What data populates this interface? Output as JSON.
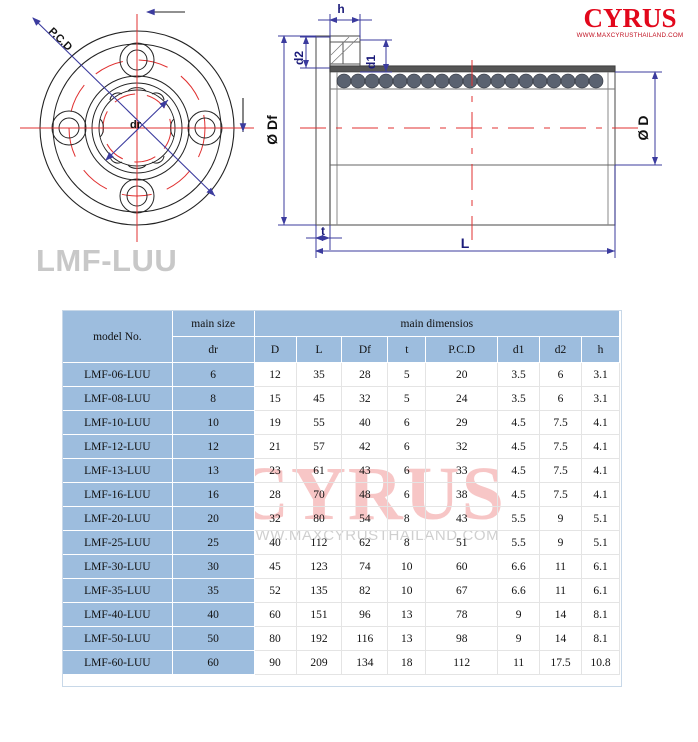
{
  "logo": {
    "brand": "CYRUS",
    "url": "WWW.MAXCYRUSTHAILAND.COM"
  },
  "watermark": {
    "brand": "CYRUS",
    "url": "WWW.MAXCYRUSTHAILAND.COM"
  },
  "part_title": "LMF-LUU",
  "drawing": {
    "front_view": {
      "pcd_label": "P.C.D",
      "bore_label": "dr"
    },
    "section_view": {
      "h_label": "h",
      "d1_label": "d1",
      "d2_label": "d2",
      "df_label": "Ø Df",
      "d_label": "Ø D",
      "t_label": "t",
      "l_label": "L"
    }
  },
  "table": {
    "group_headers": {
      "model": "model No.",
      "main_size": "main size",
      "main_dimensions": "main dimensios"
    },
    "columns": [
      "dr",
      "D",
      "L",
      "Df",
      "t",
      "P.C.D",
      "d1",
      "d2",
      "h"
    ],
    "rows": [
      {
        "model": "LMF-06-LUU",
        "dr": "6",
        "D": "12",
        "L": "35",
        "Df": "28",
        "t": "5",
        "PCD": "20",
        "d1": "3.5",
        "d2": "6",
        "h": "3.1"
      },
      {
        "model": "LMF-08-LUU",
        "dr": "8",
        "D": "15",
        "L": "45",
        "Df": "32",
        "t": "5",
        "PCD": "24",
        "d1": "3.5",
        "d2": "6",
        "h": "3.1"
      },
      {
        "model": "LMF-10-LUU",
        "dr": "10",
        "D": "19",
        "L": "55",
        "Df": "40",
        "t": "6",
        "PCD": "29",
        "d1": "4.5",
        "d2": "7.5",
        "h": "4.1"
      },
      {
        "model": "LMF-12-LUU",
        "dr": "12",
        "D": "21",
        "L": "57",
        "Df": "42",
        "t": "6",
        "PCD": "32",
        "d1": "4.5",
        "d2": "7.5",
        "h": "4.1"
      },
      {
        "model": "LMF-13-LUU",
        "dr": "13",
        "D": "23",
        "L": "61",
        "Df": "43",
        "t": "6",
        "PCD": "33",
        "d1": "4.5",
        "d2": "7.5",
        "h": "4.1"
      },
      {
        "model": "LMF-16-LUU",
        "dr": "16",
        "D": "28",
        "L": "70",
        "Df": "48",
        "t": "6",
        "PCD": "38",
        "d1": "4.5",
        "d2": "7.5",
        "h": "4.1"
      },
      {
        "model": "LMF-20-LUU",
        "dr": "20",
        "D": "32",
        "L": "80",
        "Df": "54",
        "t": "8",
        "PCD": "43",
        "d1": "5.5",
        "d2": "9",
        "h": "5.1"
      },
      {
        "model": "LMF-25-LUU",
        "dr": "25",
        "D": "40",
        "L": "112",
        "Df": "62",
        "t": "8",
        "PCD": "51",
        "d1": "5.5",
        "d2": "9",
        "h": "5.1"
      },
      {
        "model": "LMF-30-LUU",
        "dr": "30",
        "D": "45",
        "L": "123",
        "Df": "74",
        "t": "10",
        "PCD": "60",
        "d1": "6.6",
        "d2": "11",
        "h": "6.1"
      },
      {
        "model": "LMF-35-LUU",
        "dr": "35",
        "D": "52",
        "L": "135",
        "Df": "82",
        "t": "10",
        "PCD": "67",
        "d1": "6.6",
        "d2": "11",
        "h": "6.1"
      },
      {
        "model": "LMF-40-LUU",
        "dr": "40",
        "D": "60",
        "L": "151",
        "Df": "96",
        "t": "13",
        "PCD": "78",
        "d1": "9",
        "d2": "14",
        "h": "8.1"
      },
      {
        "model": "LMF-50-LUU",
        "dr": "50",
        "D": "80",
        "L": "192",
        "Df": "116",
        "t": "13",
        "PCD": "98",
        "d1": "9",
        "d2": "14",
        "h": "8.1"
      },
      {
        "model": "LMF-60-LUU",
        "dr": "60",
        "D": "90",
        "L": "209",
        "Df": "134",
        "t": "18",
        "PCD": "112",
        "d1": "11",
        "d2": "17.5",
        "h": "10.8"
      }
    ]
  },
  "colors": {
    "header_blue": "#9dbdde",
    "brand_red": "#e2071b",
    "watermark_red": "#f7c6c6",
    "title_gray": "#c8c8c8",
    "dimension_blue": "#3b3b9e",
    "centerline_red": "#e03030"
  }
}
